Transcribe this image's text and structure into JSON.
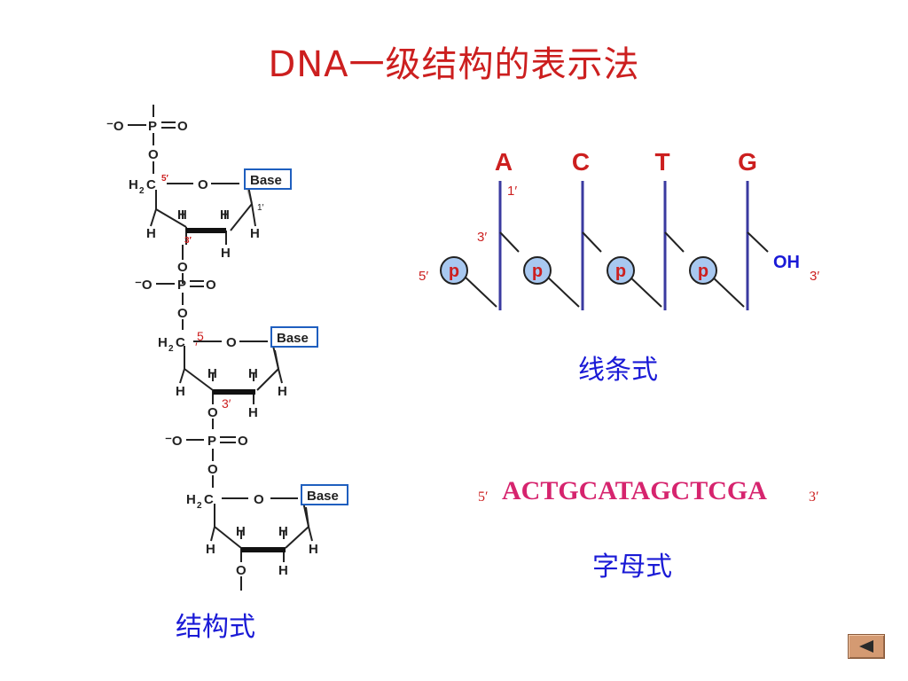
{
  "title": "DNA一级结构的表示法",
  "structural": {
    "caption": "结构式",
    "base_label": "Base",
    "h2c_h": "H",
    "h2c_2": "2",
    "h2c_c": "C",
    "o": "O",
    "p": "P",
    "h": "H",
    "minus_o": "⁻O",
    "five_prime": "5′",
    "three_prime": "3′",
    "one_prime": "1′",
    "five_digit": "5",
    "prime": "′"
  },
  "line_form": {
    "caption": "线条式",
    "bases": [
      "A",
      "C",
      "T",
      "G"
    ],
    "phosphate": "p",
    "five_prime": "5′",
    "three_prime": "3′",
    "one_prime": "1′",
    "three_prime_top": "3′",
    "oh": "OH"
  },
  "letter_form": {
    "caption": "字母式",
    "five_prime": "5′",
    "sequence": "ACTGCATAGCTCGA",
    "three_prime": "3′"
  },
  "colors": {
    "title": "#cc1f1f",
    "caption": "#1a1ad6",
    "sequence": "#d6246e",
    "strand": "#3a3aa0",
    "phosphate_fill": "#a8c8f0",
    "base_box": "#1f5fbf",
    "prime_red": "#cc1f1f"
  }
}
